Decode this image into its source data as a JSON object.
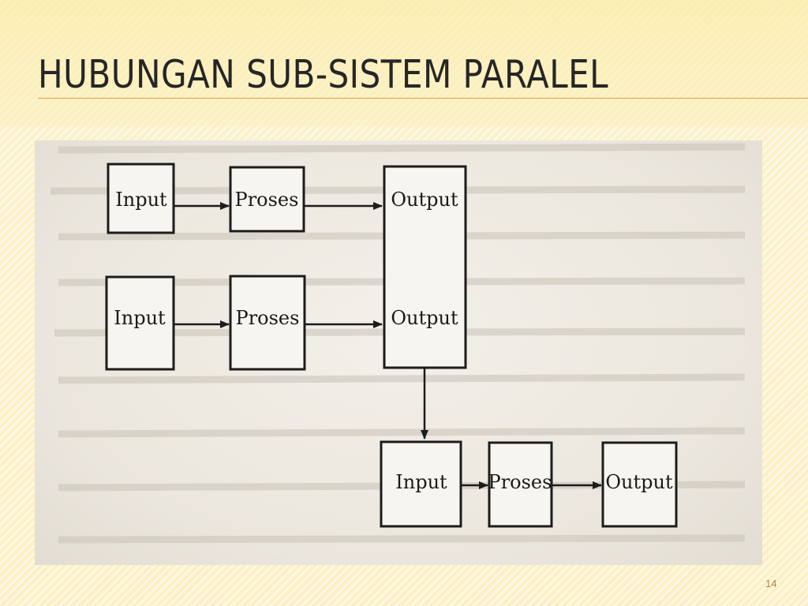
{
  "slide": {
    "title": "HUBUNGAN SUB-SISTEM PARALEL",
    "page_number": "14"
  },
  "diagram": {
    "rows": [
      {
        "input": "Input",
        "process": "Proses",
        "output": "Output"
      },
      {
        "input": "Input",
        "process": "Proses",
        "output": "Output"
      }
    ],
    "downstream": {
      "input": "Input",
      "process": "Proses",
      "output": "Output"
    }
  }
}
